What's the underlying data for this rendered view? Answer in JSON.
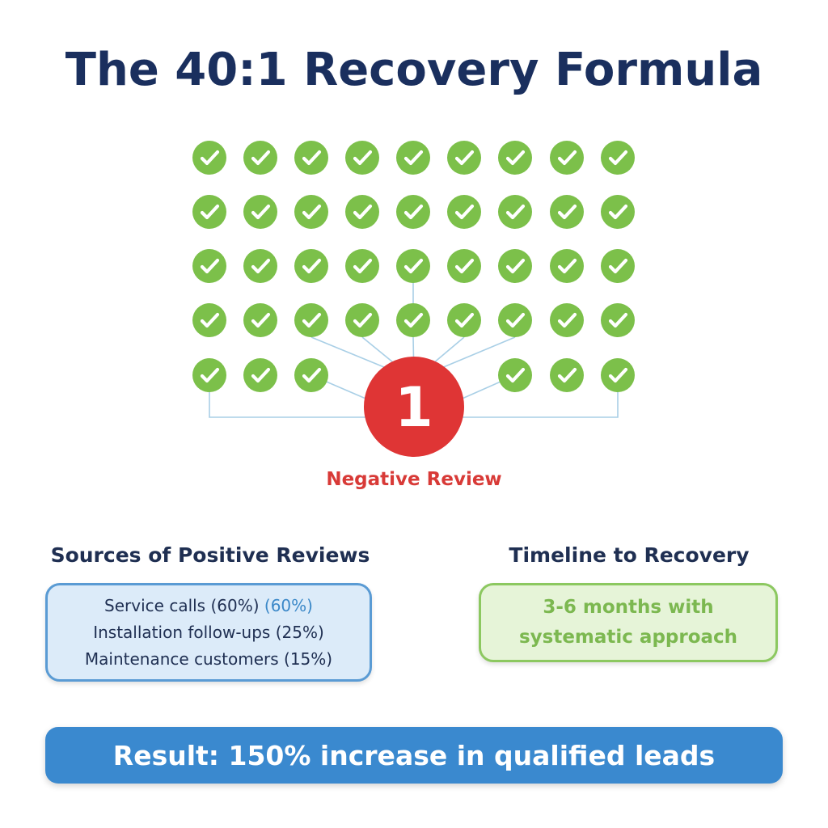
{
  "title": "The 40:1 Recovery Formula",
  "grid": {
    "rows": 5,
    "columns": 9,
    "positive_icon": "check-circle-icon",
    "positive_color": "#7cc04a",
    "connector_color": "#a9cfe6"
  },
  "negative": {
    "count_label": "1",
    "label": "Negative Review",
    "color": "#df3535"
  },
  "sources": {
    "heading": "Sources of Positive Reviews",
    "items": [
      {
        "text": "Service calls (60%)",
        "extra": " (60%)"
      },
      {
        "text": "Installation follow-ups (25%)",
        "extra": ""
      },
      {
        "text": "Maintenance customers (15%)",
        "extra": ""
      }
    ]
  },
  "timeline": {
    "heading": "Timeline to Recovery",
    "lines": [
      "3-6 months with",
      "systematic approach"
    ]
  },
  "result": {
    "text": "Result: 150% increase in qualified leads"
  },
  "colors": {
    "title": "#1a2f5e",
    "sources_border": "#5a9bd4",
    "sources_fill": "#dcebf9",
    "timeline_border": "#8cc860",
    "timeline_fill": "#e6f4d8",
    "result_fill": "#3a89cf"
  }
}
